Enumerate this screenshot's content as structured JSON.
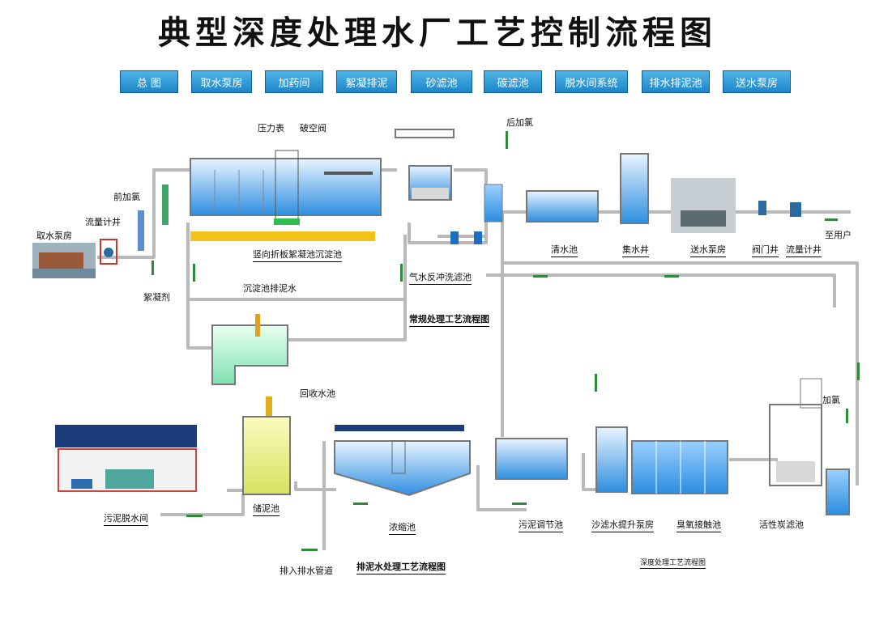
{
  "title": "典型深度处理水厂工艺控制流程图",
  "nav": [
    "总 图",
    "取水泵房",
    "加药间",
    "絮凝排泥",
    "砂滤池",
    "碳滤池",
    "脱水间系统",
    "排水排泥池",
    "送水泵房"
  ],
  "labels": {
    "intake_pump_house": "取水泵房",
    "flow_meter_well": "流量计井",
    "pre_chlorination": "前加氯",
    "flocculant": "絮凝剂",
    "pressure_gauge": "压力表",
    "vacuum_valve": "破空阀",
    "post_chlorination": "后加氯",
    "sedimentation_tank": "竖向折板絮凝池沉淀池",
    "sludge_drain": "沉淀池排泥水",
    "backwash_filter": "气水反冲洗滤池",
    "clear_water_tank": "清水池",
    "collection_well": "集水井",
    "supply_pump_house": "送水泵房",
    "valve_well": "阀门井",
    "flow_meter_well2": "流量计井",
    "to_users": "至用户",
    "conventional_process": "常规处理工艺流程图",
    "recovery_tank": "回收水池",
    "sludge_dewatering_room": "污泥脱水间",
    "sludge_storage": "储泥池",
    "thickener": "浓缩池",
    "sludge_regulating_tank": "污泥调节池",
    "filtered_lift_pump": "沙滤水提升泵房",
    "ozone_contact_tank": "臭氧接触池",
    "activated_carbon_filter": "活性炭滤池",
    "chlorination": "加氯",
    "drain_pipe": "排入排水管道",
    "sludge_process": "排泥水处理工艺流程图",
    "advanced_process": "深度处理工艺流程图"
  }
}
